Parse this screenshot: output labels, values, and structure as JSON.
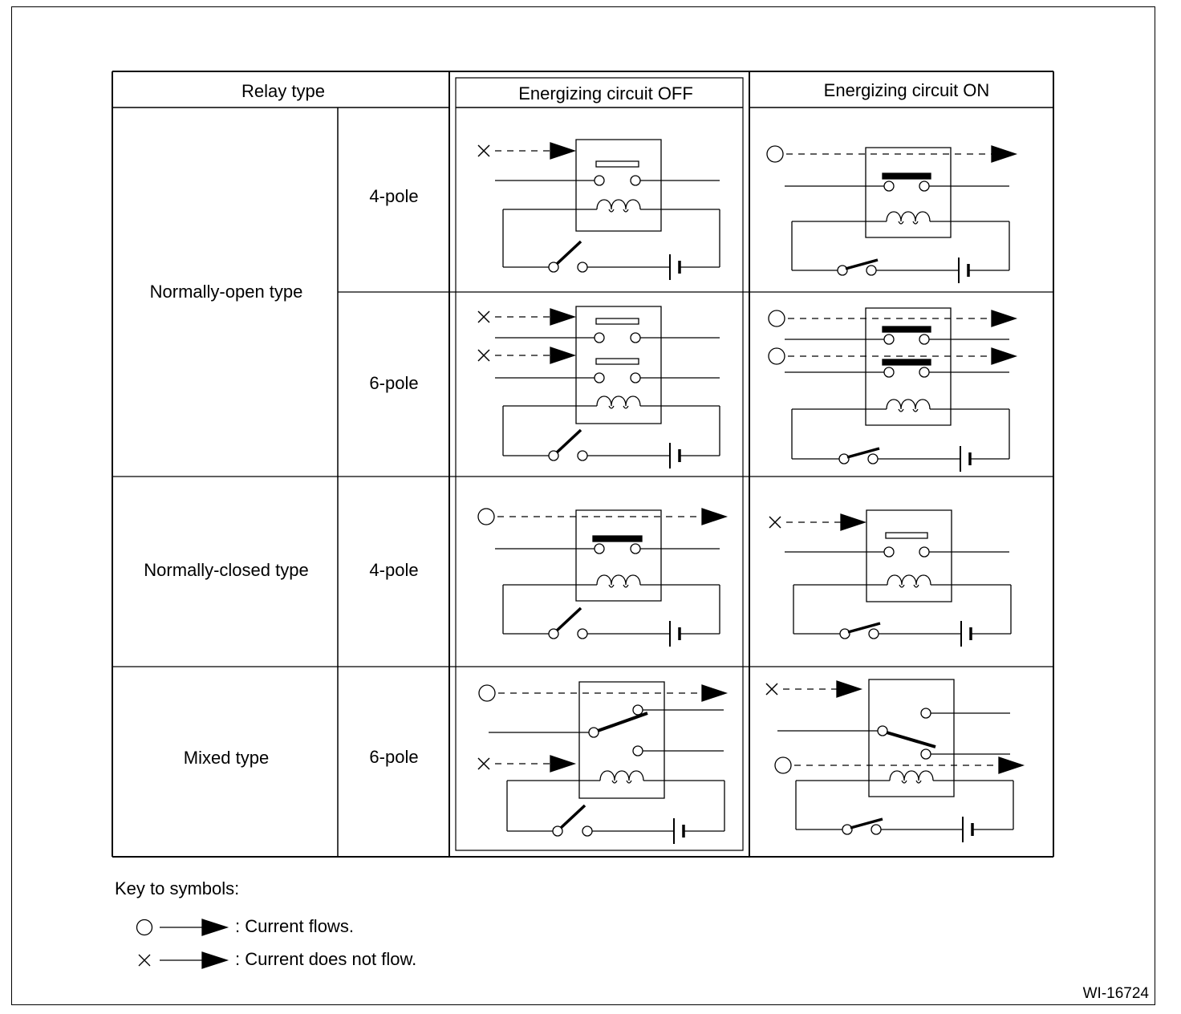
{
  "table": {
    "headers": {
      "relay_type": "Relay type",
      "off": "Energizing circuit OFF",
      "on": "Energizing circuit ON"
    },
    "rows": [
      {
        "type": "Normally-open type",
        "poles": "4-pole",
        "off_flows": [
          "no"
        ],
        "on_flows": [
          "yes"
        ]
      },
      {
        "type": "Normally-open type",
        "poles": "6-pole",
        "off_flows": [
          "no",
          "no"
        ],
        "on_flows": [
          "yes",
          "yes"
        ]
      },
      {
        "type": "Normally-closed type",
        "poles": "4-pole",
        "off_flows": [
          "yes"
        ],
        "on_flows": [
          "no"
        ]
      },
      {
        "type": "Mixed type",
        "poles": "6-pole",
        "off_flows": [
          "yes",
          "no"
        ],
        "on_flows": [
          "no",
          "yes"
        ]
      }
    ]
  },
  "key": {
    "title": "Key to symbols:",
    "items": [
      {
        "symbol": "circle",
        "text": ": Current flows."
      },
      {
        "symbol": "cross",
        "text": ": Current does not flow."
      }
    ]
  },
  "figure_id": "WI-16724"
}
